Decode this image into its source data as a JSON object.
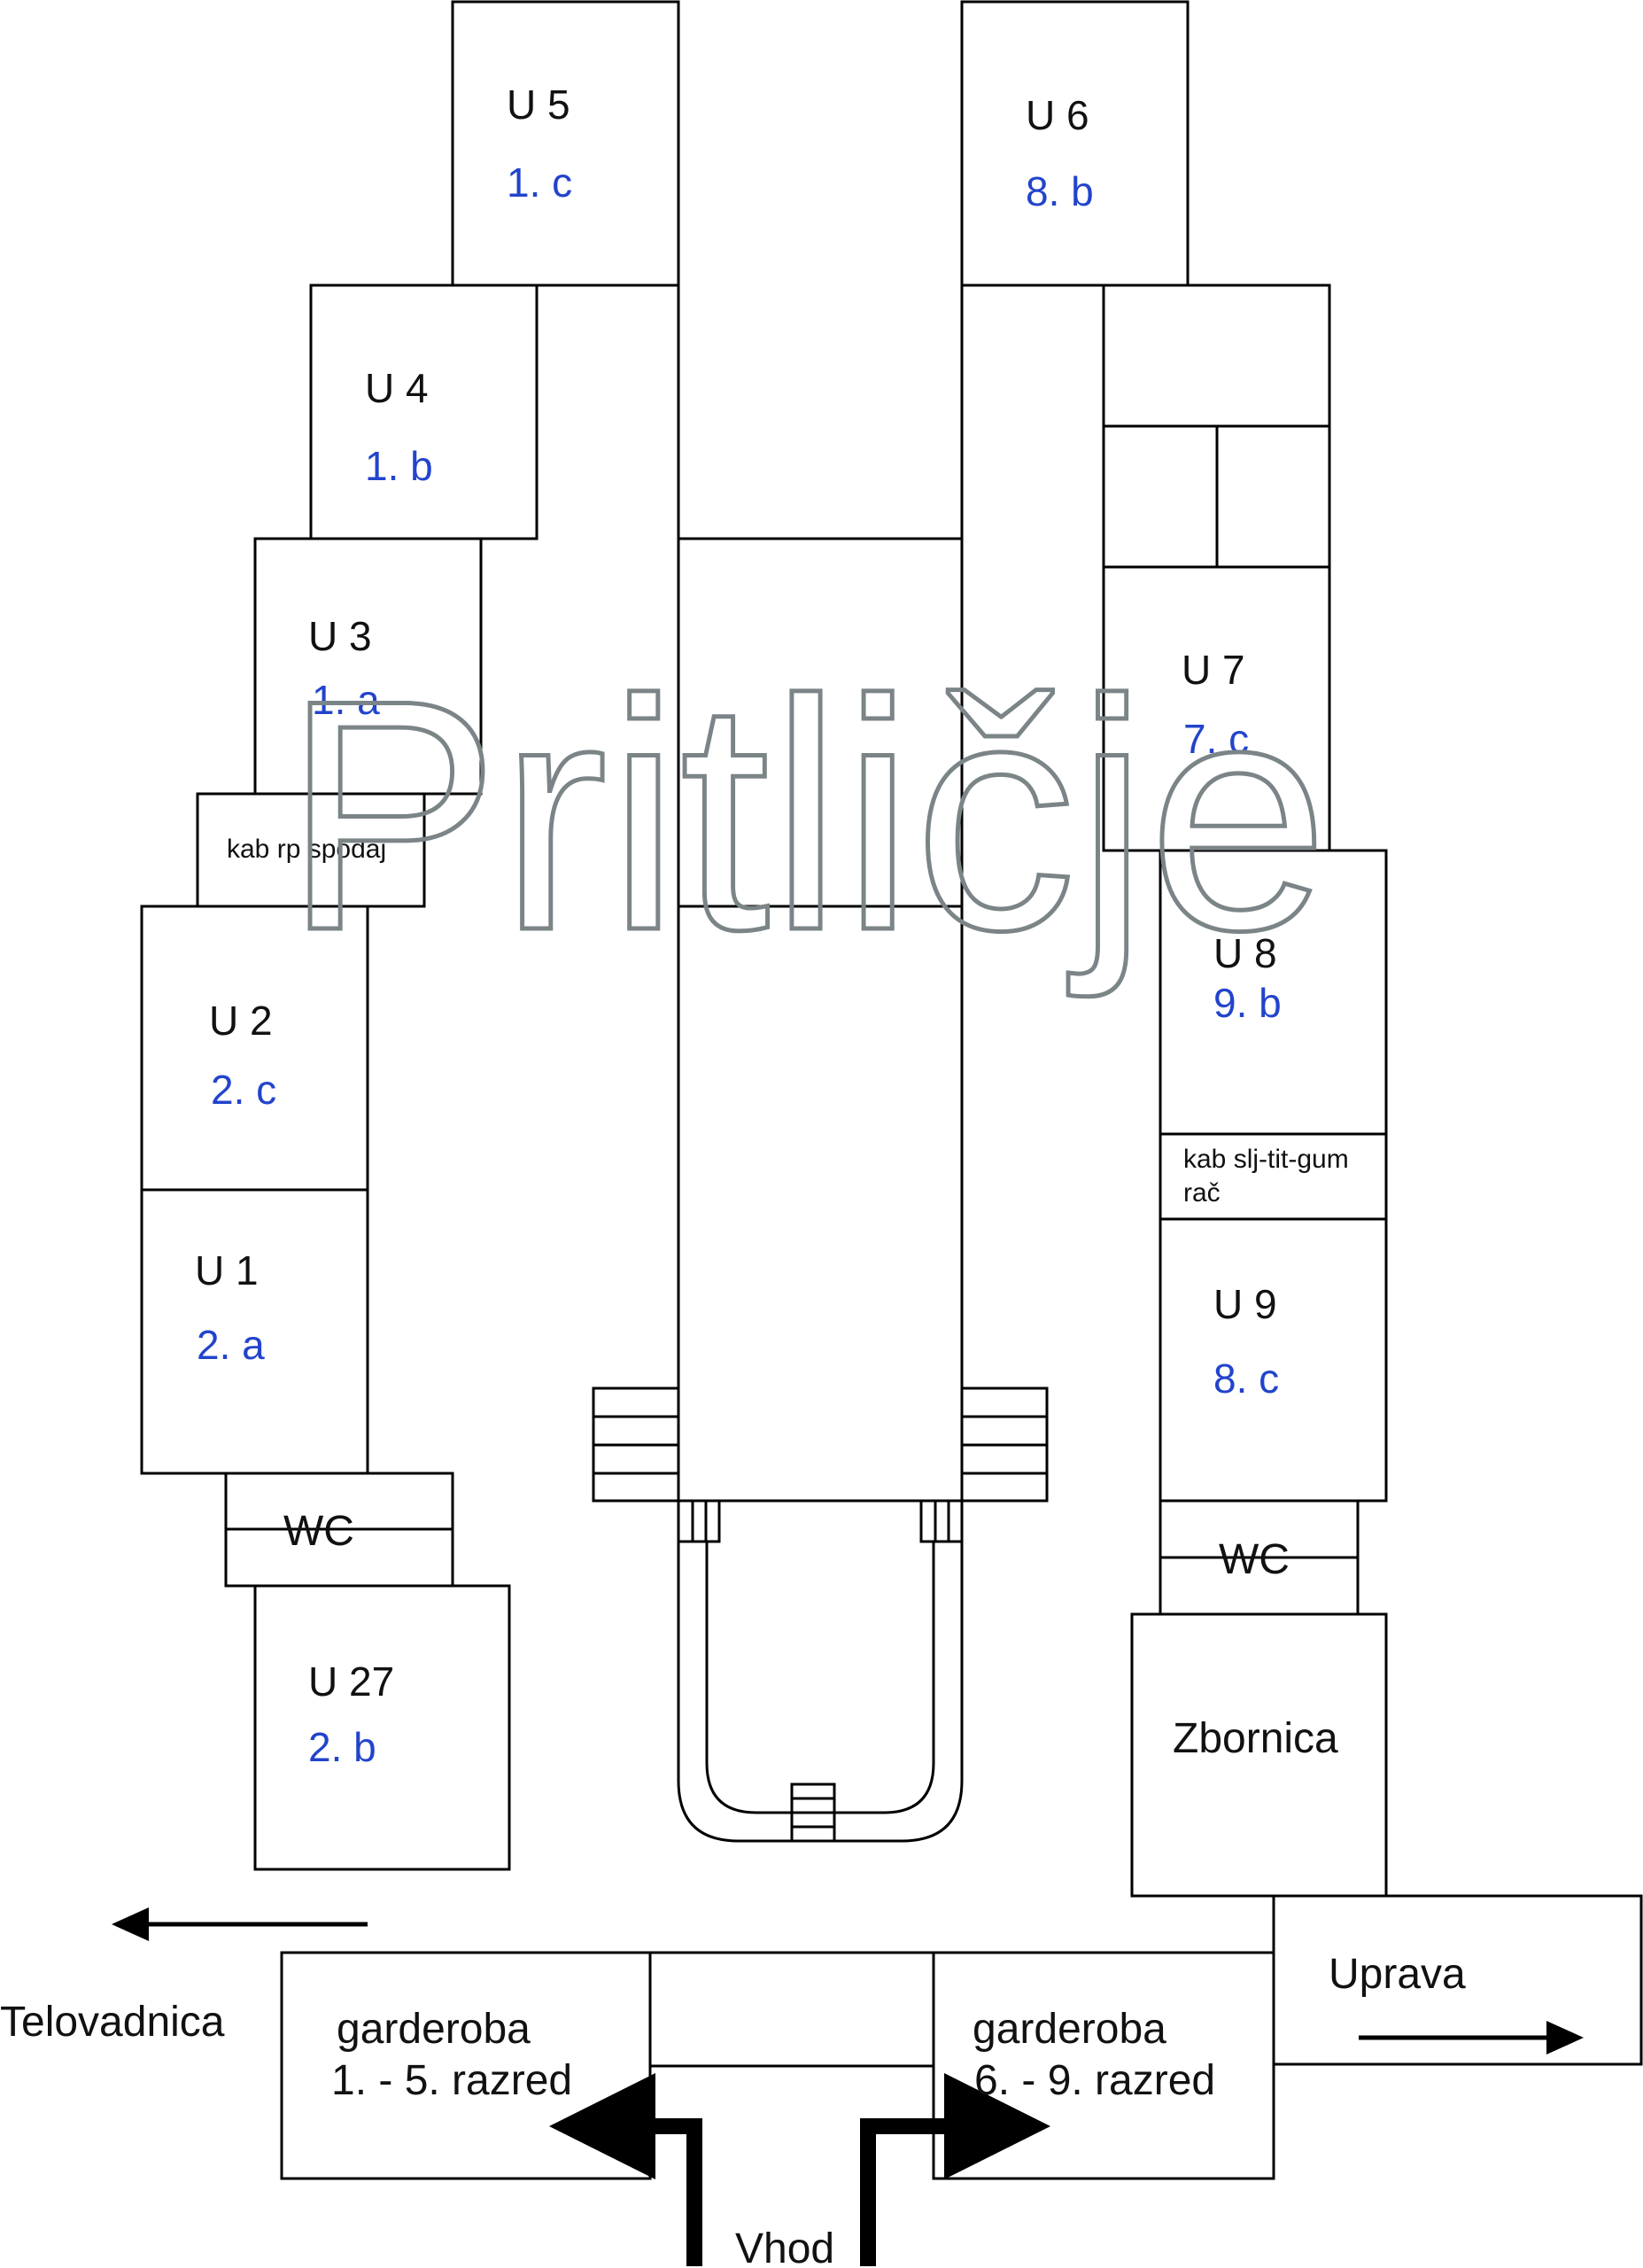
{
  "floor_title": "Pritličje",
  "rooms": {
    "u5": {
      "id": "U 5",
      "class": "1. c"
    },
    "u6": {
      "id": "U 6",
      "class": "8. b"
    },
    "u4": {
      "id": "U 4",
      "class": "1. b"
    },
    "u3": {
      "id": "U 3",
      "class": "1. a"
    },
    "u7": {
      "id": "U 7",
      "class": "7. c"
    },
    "u2": {
      "id": "U 2",
      "class": "2. c"
    },
    "u8": {
      "id": "U 8",
      "class": "9. b"
    },
    "u1": {
      "id": "U 1",
      "class": "2. a"
    },
    "u9": {
      "id": "U 9",
      "class": "8. c"
    },
    "u27": {
      "id": "U 27",
      "class": "2. b"
    }
  },
  "cabinets": {
    "rp": "kab rp spodaj",
    "slj": [
      "kab slj-tit-gum",
      "rač"
    ]
  },
  "facilities": {
    "wc_left": "WC",
    "wc_right": "WC",
    "staff_room": "Zbornica",
    "management": "Uprava",
    "gym": "Telovadnica",
    "entrance": "Vhod",
    "cloakroom_left": [
      "garderoba",
      "1. - 5. razred"
    ],
    "cloakroom_right": [
      "garderoba",
      "6. - 9. razred"
    ]
  },
  "colors": {
    "class_text": "#2244cc",
    "watermark": "#7b8487",
    "lines": "#000000"
  }
}
